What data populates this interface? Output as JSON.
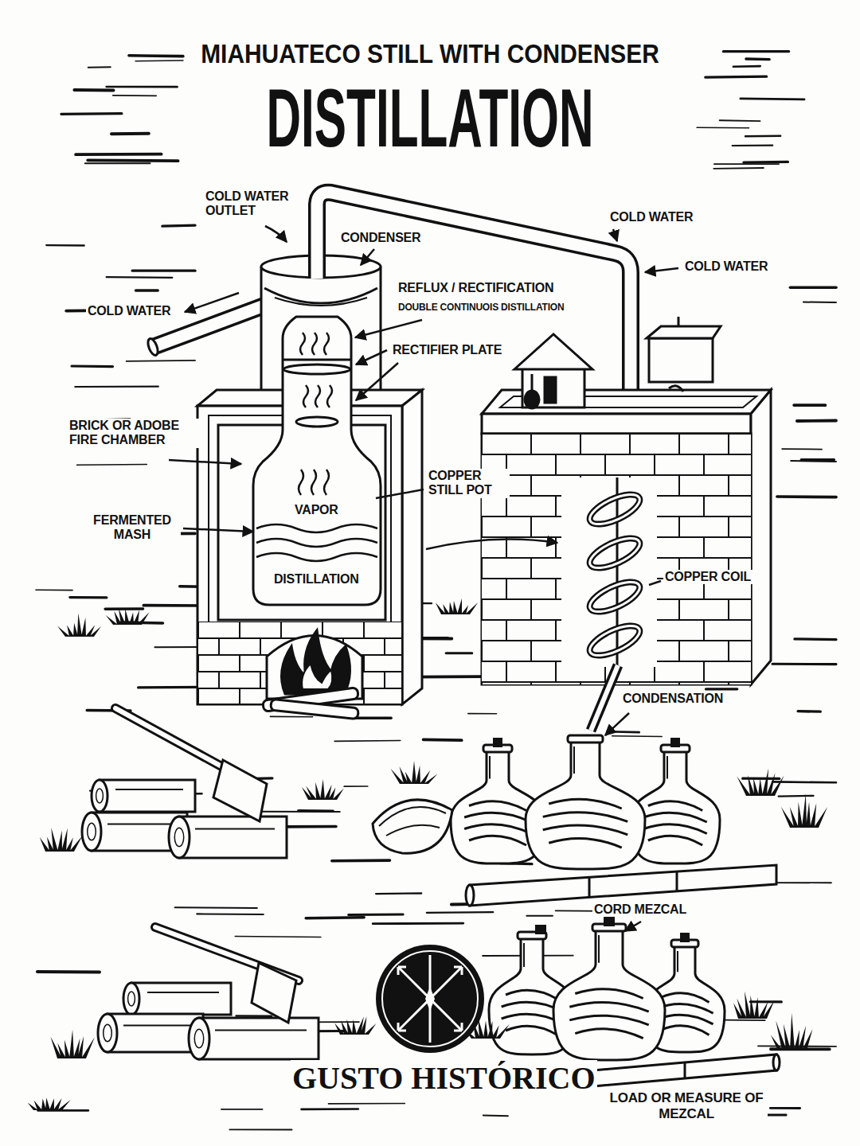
{
  "diagram": {
    "title": "DISTILLATION",
    "labels": [
      "MIAHUATECO STILL WITH CONDENSER",
      "COLD WATER OUTLET",
      "CONDENSER",
      "COLD WATER",
      "COLD WATER",
      "REFLUX / RECTIFICATION",
      "DOUBLE CONTINUOIS DISTILLATION",
      "COLD WATER",
      "RECTIFIER PLATE",
      "BRICK OR ADOBE FIRE CHAMBER",
      "COPPER STILL POT",
      "VAPOR",
      "FERMENTED MASH",
      "DISTILLATION",
      "COPPER COIL",
      "CONDENSATION",
      "CORD MEZCAL",
      "GUSTO HISTÓRICO",
      "LOAD OR MEASURE OF MEZCAL"
    ]
  }
}
